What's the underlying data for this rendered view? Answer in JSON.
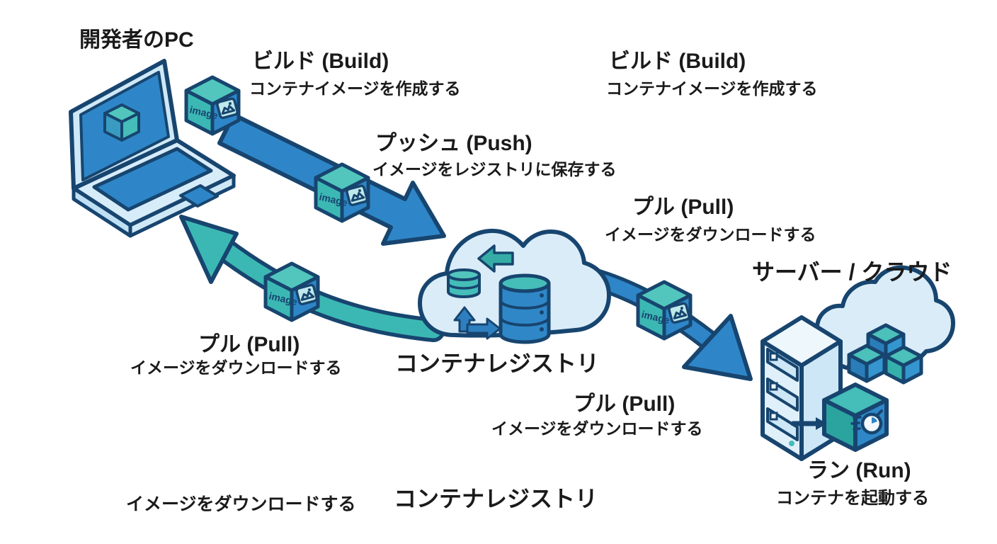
{
  "nodes": {
    "developer_pc": {
      "title": "開発者のPC"
    },
    "registry": {
      "title": "コンテナレジストリ"
    },
    "server_cloud": {
      "title": "サーバー / クラウド"
    }
  },
  "steps": {
    "build_left": {
      "title": "ビルド (Build)",
      "desc": "コンテナイメージを作成する"
    },
    "build_right": {
      "title": "ビルド (Build)",
      "desc": "コンテナイメージを作成する"
    },
    "push": {
      "title": "プッシュ (Push)",
      "desc": "イメージをレジストリに保存する"
    },
    "pull_upper_right": {
      "title": "プル (Pull)",
      "desc": "イメージをダウンロードする"
    },
    "pull_left": {
      "title": "プル (Pull)",
      "desc": "イメージをダウンロードする"
    },
    "pull_lower_mid": {
      "title": "プル (Pull)",
      "desc": "イメージをダウンロードする"
    },
    "run": {
      "title": "ラン (Run)",
      "desc": "コンテナを起動する"
    }
  },
  "bottom_row": {
    "pull_desc": "イメージをダウンロードする",
    "registry_title": "コンテナレジストリ"
  },
  "cube_label": "image",
  "colors": {
    "outline_navy": "#17456f",
    "primary_blue": "#2e86c8",
    "teal": "#3cb8b4",
    "teal_light": "#52c6bd",
    "cloud_light_blue": "#d9ecf8",
    "panel_light": "#cfe8f7",
    "text_dark": "#1a1a1a",
    "background": "#ffffff"
  }
}
